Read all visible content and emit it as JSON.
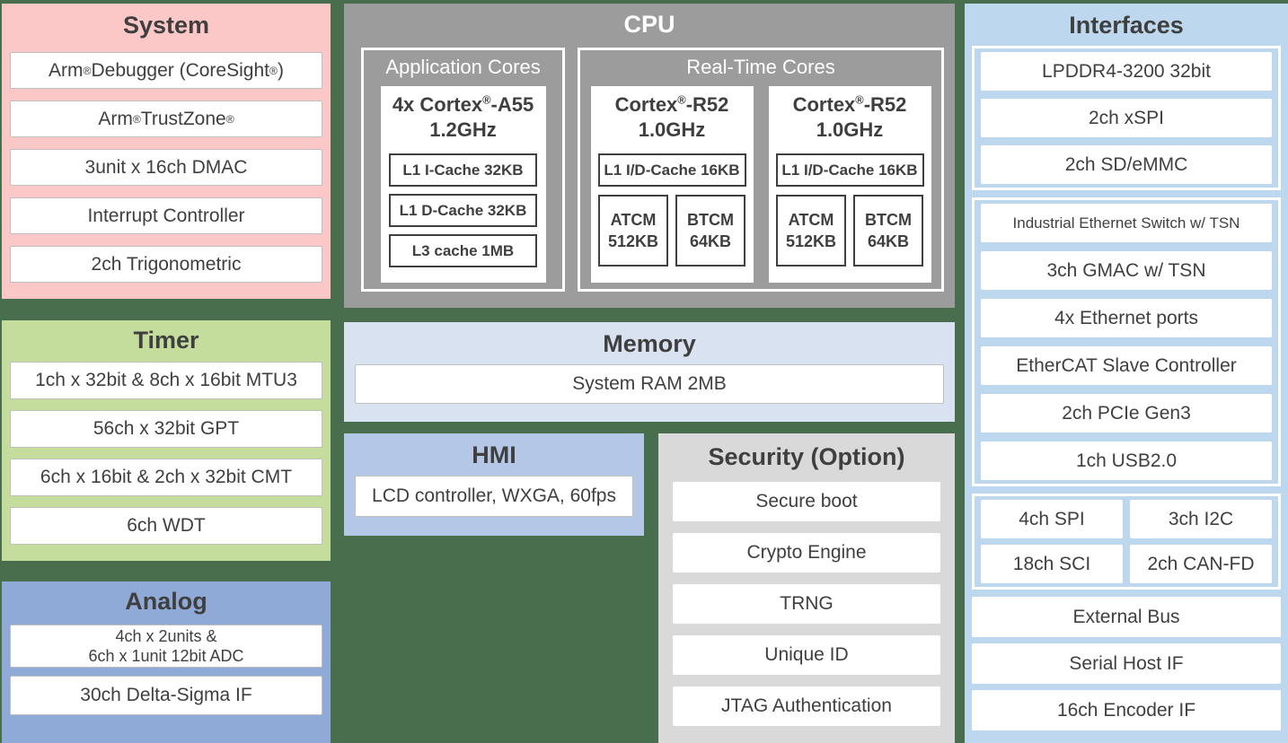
{
  "colors": {
    "background": "#486E4E",
    "system": "#FCC7C7",
    "timer": "#C4DD9D",
    "analog": "#8FAAD7",
    "cpu": "#9C9C9C",
    "memory": "#D9E2F0",
    "hmi": "#B4C7E7",
    "security": "#D9D9D9",
    "interfaces": "#BDD7EE",
    "text": "#3F3F3F"
  },
  "system": {
    "title": "System",
    "items": [
      "Arm® Debugger (CoreSight®)",
      "Arm® TrustZone®",
      "3unit x 16ch DMAC",
      "Interrupt Controller",
      "2ch Trigonometric"
    ]
  },
  "timer": {
    "title": "Timer",
    "items": [
      "1ch x 32bit & 8ch x 16bit MTU3",
      "56ch x 32bit GPT",
      "6ch x 16bit & 2ch x 32bit CMT",
      "6ch WDT"
    ]
  },
  "analog": {
    "title": "Analog",
    "items": [
      "4ch x 2units &\n6ch x 1unit 12bit ADC",
      "30ch Delta-Sigma IF"
    ]
  },
  "cpu": {
    "title": "CPU",
    "application_cores": {
      "title": "Application Cores",
      "core_name": "4x Cortex®-A55\n1.2GHz",
      "caches": [
        "L1 I-Cache 32KB",
        "L1 D-Cache 32KB",
        "L3 cache 1MB"
      ]
    },
    "realtime_cores": {
      "title": "Real-Time Cores",
      "cores": [
        {
          "name": "Cortex®-R52\n1.0GHz",
          "cache": "L1 I/D-Cache 16KB",
          "tcms": [
            "ATCM\n512KB",
            "BTCM\n64KB"
          ]
        },
        {
          "name": "Cortex®-R52\n1.0GHz",
          "cache": "L1 I/D-Cache 16KB",
          "tcms": [
            "ATCM\n512KB",
            "BTCM\n64KB"
          ]
        }
      ]
    }
  },
  "memory": {
    "title": "Memory",
    "items": [
      "System RAM 2MB"
    ]
  },
  "hmi": {
    "title": "HMI",
    "items": [
      "LCD controller, WXGA, 60fps"
    ]
  },
  "security": {
    "title": "Security (Option)",
    "items": [
      "Secure boot",
      "Crypto Engine",
      "TRNG",
      "Unique ID",
      "JTAG Authentication"
    ]
  },
  "interfaces": {
    "title": "Interfaces",
    "group1": [
      "LPDDR4-3200 32bit",
      "2ch xSPI",
      "2ch SD/eMMC"
    ],
    "group2": [
      "Industrial Ethernet Switch w/ TSN",
      "3ch GMAC w/ TSN",
      "4x Ethernet ports",
      "EtherCAT Slave Controller",
      "2ch PCIe Gen3",
      "1ch USB2.0"
    ],
    "group3": [
      "4ch SPI",
      "3ch I2C",
      "18ch SCI",
      "2ch CAN-FD"
    ],
    "standalone": [
      "External Bus",
      "Serial Host IF",
      "16ch Encoder IF"
    ]
  }
}
